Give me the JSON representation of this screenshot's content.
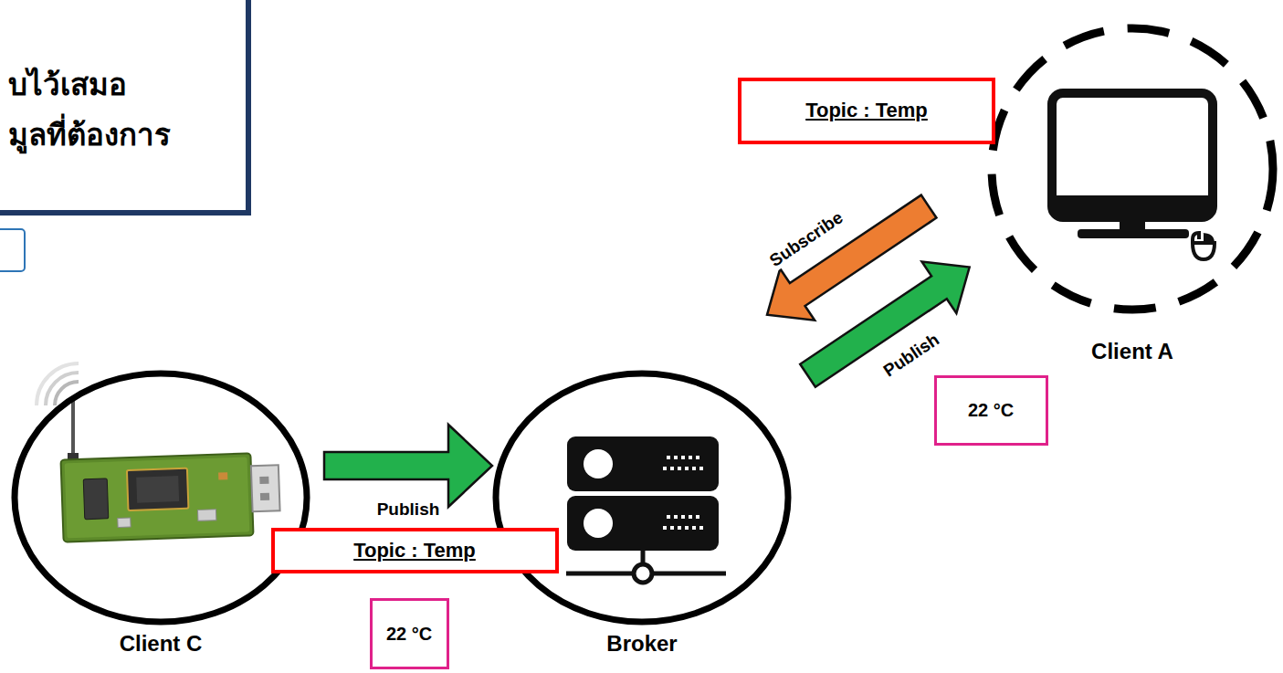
{
  "diagram": {
    "nodes": [
      {
        "text": [
          "Topic : Temp"
        ]
      },
      {
        "text": [
          "Client A"
        ]
      },
      {
        "text": [
          "22 °C"
        ]
      },
      {
        "text": [
          "Client C"
        ]
      },
      {
        "text": [
          "Broker"
        ]
      },
      {
        "text": [
          "Topic : Temp"
        ]
      },
      {
        "text": [
          "22 °C"
        ]
      }
    ],
    "edges": [
      {
        "from": 3,
        "to": 4,
        "arrow": "to",
        "label": "Publish"
      },
      {
        "from": 1,
        "to": 4,
        "arrow": "to",
        "label": "Subscribe"
      },
      {
        "from": 4,
        "to": 1,
        "arrow": "to",
        "label": "Publish"
      }
    ],
    "labels": [
      "บไว้เสมอ",
      "มูลที่ต้องการ"
    ]
  }
}
